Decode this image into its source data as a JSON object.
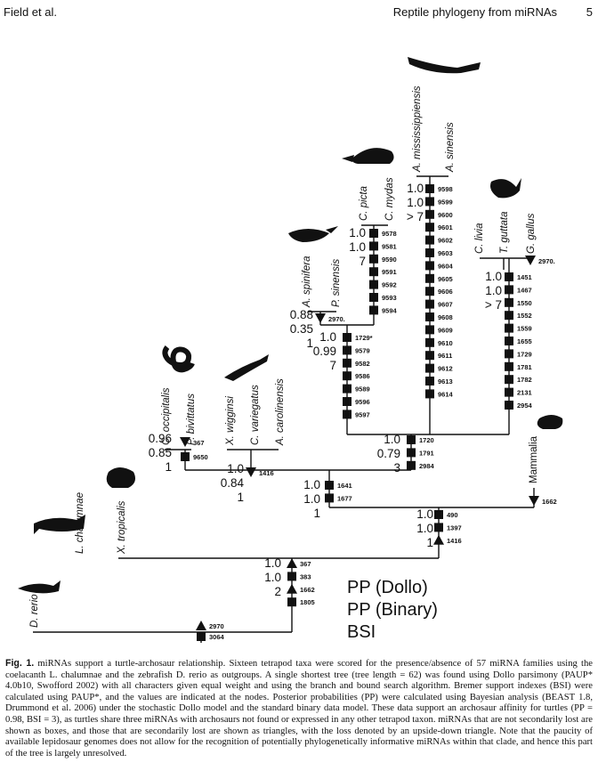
{
  "header": {
    "left": "Field et al.",
    "right": "Reptile phylogeny from miRNAs",
    "page": "5"
  },
  "legend": [
    "PP (Dollo)",
    "PP (Binary)",
    "BSI"
  ],
  "caption": {
    "label": "Fig. 1.",
    "text": "miRNAs support a turtle-archosaur relationship. Sixteen tetrapod taxa were scored for the presence/absence of 57 miRNA families using the coelacanth L. chalumnae and the zebrafish D. rerio as outgroups. A single shortest tree (tree length = 62) was found using Dollo parsimony (PAUP* 4.0b10, Swofford 2002) with all characters given equal weight and using the branch and bound search algorithm. Bremer support indexes (BSI) were calculated using PAUP*, and the values are indicated at the nodes. Posterior probabilities (PP) were calculated using Bayesian analysis (BEAST 1.8, Drummond et al. 2006) under the stochastic Dollo model and the standard binary data model. These data support an archosaur affinity for turtles (PP = 0.98, BSI = 3), as turtles share three miRNAs with archosaurs not found or expressed in any other tetrapod taxon. miRNAs that are not secondarily lost are shown as boxes, and those that are secondarily lost are shown as triangles, with the loss denoted by an upside-down triangle. Note that the paucity of available lepidosaur genomes does not allow for the recognition of potentially phylogenetically informative miRNAs within that clade, and hence this part of the tree is largely unresolved."
  },
  "taxa": [
    {
      "id": "drerio",
      "label": "D. rerio"
    },
    {
      "id": "lchal",
      "label": "L. chalumnae"
    },
    {
      "id": "xtrop",
      "label": "X. tropicalis"
    },
    {
      "id": "cocc",
      "label": "C. occipitalis"
    },
    {
      "id": "pbiv",
      "label": "P. bivittatus"
    },
    {
      "id": "xwig",
      "label": "X. wigginsi"
    },
    {
      "id": "cvar",
      "label": "C. variegatus"
    },
    {
      "id": "acar",
      "label": "A. carolinensis"
    },
    {
      "id": "aspi",
      "label": "A. spinifera"
    },
    {
      "id": "psin",
      "label": "P. sinensis"
    },
    {
      "id": "cpic",
      "label": "C. picta"
    },
    {
      "id": "cmyd",
      "label": "C. mydas"
    },
    {
      "id": "amis",
      "label": "A. mississippiensis"
    },
    {
      "id": "asin",
      "label": "A. sinensis"
    },
    {
      "id": "cliv",
      "label": "C. livia"
    },
    {
      "id": "tgut",
      "label": "T. guttata"
    },
    {
      "id": "ggal",
      "label": "G. gallus"
    },
    {
      "id": "mamm",
      "label": "Mammalia"
    }
  ],
  "silhouettes": [
    "zebrafish-silhouette",
    "coelacanth-silhouette",
    "frog-silhouette",
    "snake-silhouette",
    "lizard-silhouette",
    "softshell-turtle-silhouette",
    "turtle-silhouette",
    "alligator-silhouette",
    "chicken-silhouette",
    "mouse-silhouette"
  ],
  "nodes": [
    {
      "id": "root",
      "support": [],
      "marks": [
        {
          "t": "up",
          "v": "2970"
        },
        {
          "t": "box",
          "v": "3064"
        }
      ]
    },
    {
      "id": "tetrapoda",
      "support": [
        "1.0",
        "1.0",
        "2"
      ],
      "marks": [
        {
          "t": "up",
          "v": "367"
        },
        {
          "t": "box",
          "v": "383"
        },
        {
          "t": "up",
          "v": "1662"
        },
        {
          "t": "box",
          "v": "1805"
        }
      ]
    },
    {
      "id": "amniota",
      "support": [
        "1.0",
        "1.0",
        "1"
      ],
      "marks": [
        {
          "t": "box",
          "v": "490"
        },
        {
          "t": "box",
          "v": "1397"
        },
        {
          "t": "up",
          "v": "1416"
        }
      ]
    },
    {
      "id": "mammalia",
      "support": [],
      "marks": [
        {
          "t": "down",
          "v": "1662"
        }
      ]
    },
    {
      "id": "reptilia",
      "support": [
        "1.0",
        "1.0",
        "1"
      ],
      "marks": [
        {
          "t": "box",
          "v": "1641"
        },
        {
          "t": "box",
          "v": "1677"
        }
      ]
    },
    {
      "id": "lepidosauria",
      "support": [
        "1.0",
        "0.84",
        "1"
      ],
      "marks": [
        {
          "t": "down",
          "v": "1416"
        }
      ]
    },
    {
      "id": "snakes",
      "support": [
        "0.96",
        "0.85",
        "1"
      ],
      "marks": [
        {
          "t": "down",
          "v": "367"
        },
        {
          "t": "box",
          "v": "9650"
        }
      ]
    },
    {
      "id": "archelosauria",
      "support": [
        "1.0",
        "0.79",
        "3"
      ],
      "marks": [
        {
          "t": "box",
          "v": "1720"
        },
        {
          "t": "box",
          "v": "1791"
        },
        {
          "t": "box",
          "v": "2984"
        }
      ]
    },
    {
      "id": "testudines",
      "support": [
        "1.0",
        "0.99",
        "7"
      ],
      "marks": [
        {
          "t": "box",
          "v": "1729*"
        },
        {
          "t": "box",
          "v": "9579"
        },
        {
          "t": "box",
          "v": "9582"
        },
        {
          "t": "box",
          "v": "9586"
        },
        {
          "t": "box",
          "v": "9589"
        },
        {
          "t": "box",
          "v": "9596"
        },
        {
          "t": "box",
          "v": "9597"
        }
      ]
    },
    {
      "id": "softshell",
      "support": [
        "0.88",
        "0.35",
        "1"
      ],
      "marks": [
        {
          "t": "down",
          "v": "2970."
        }
      ]
    },
    {
      "id": "cryptodira",
      "support": [
        "1.0",
        "1.0",
        "7"
      ],
      "marks": [
        {
          "t": "box",
          "v": "9578"
        },
        {
          "t": "box",
          "v": "9581"
        },
        {
          "t": "box",
          "v": "9590"
        },
        {
          "t": "box",
          "v": "9591"
        },
        {
          "t": "box",
          "v": "9592"
        },
        {
          "t": "box",
          "v": "9593"
        },
        {
          "t": "box",
          "v": "9594"
        }
      ]
    },
    {
      "id": "crocodylia",
      "support": [
        "1.0",
        "1.0",
        "> 7"
      ],
      "marks": [
        {
          "t": "box",
          "v": "9598"
        },
        {
          "t": "box",
          "v": "9599"
        },
        {
          "t": "box",
          "v": "9600"
        },
        {
          "t": "box",
          "v": "9601"
        },
        {
          "t": "box",
          "v": "9602"
        },
        {
          "t": "box",
          "v": "9603"
        },
        {
          "t": "box",
          "v": "9604"
        },
        {
          "t": "box",
          "v": "9605"
        },
        {
          "t": "box",
          "v": "9606"
        },
        {
          "t": "box",
          "v": "9607"
        },
        {
          "t": "box",
          "v": "9608"
        },
        {
          "t": "box",
          "v": "9609"
        },
        {
          "t": "box",
          "v": "9610"
        },
        {
          "t": "box",
          "v": "9611"
        },
        {
          "t": "box",
          "v": "9612"
        },
        {
          "t": "box",
          "v": "9613"
        },
        {
          "t": "box",
          "v": "9614"
        }
      ]
    },
    {
      "id": "aves",
      "support": [
        "1.0",
        "1.0",
        "> 7"
      ],
      "marks": [
        {
          "t": "box",
          "v": "1451"
        },
        {
          "t": "box",
          "v": "1467"
        },
        {
          "t": "box",
          "v": "1550"
        },
        {
          "t": "box",
          "v": "1552"
        },
        {
          "t": "box",
          "v": "1559"
        },
        {
          "t": "box",
          "v": "1655"
        },
        {
          "t": "box",
          "v": "1729"
        },
        {
          "t": "box",
          "v": "1781"
        },
        {
          "t": "box",
          "v": "1782"
        },
        {
          "t": "box",
          "v": "2131"
        },
        {
          "t": "box",
          "v": "2954"
        }
      ]
    },
    {
      "id": "galliformes",
      "support": [],
      "marks": [
        {
          "t": "down",
          "v": "2970."
        }
      ]
    }
  ]
}
